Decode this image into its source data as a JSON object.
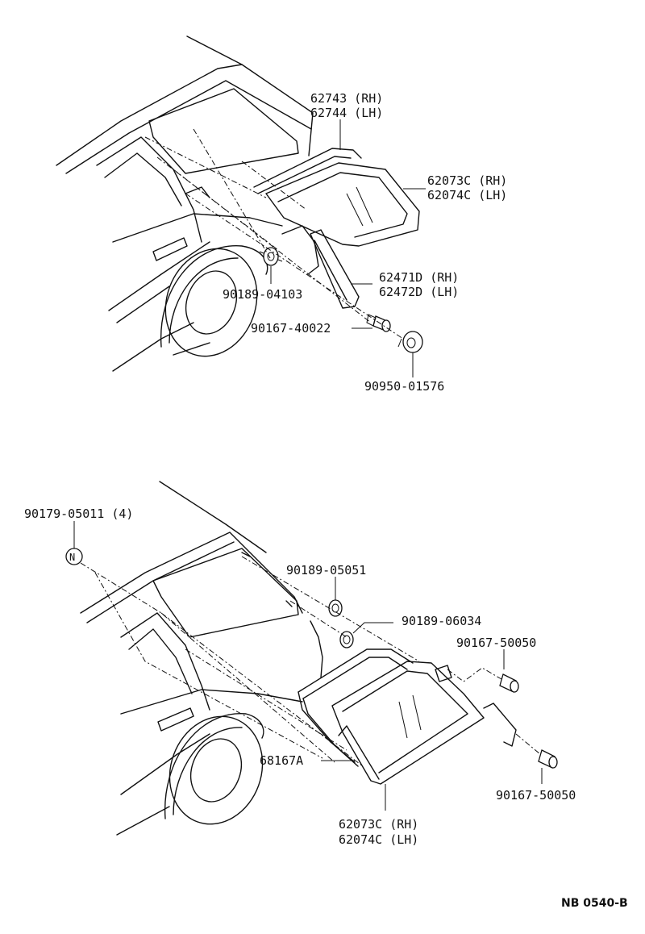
{
  "labels": {
    "top": {
      "l1a": "62743 (RH)",
      "l1b": "62744 (LH)",
      "l2a": "62073C (RH)",
      "l2b": "62074C (LH)",
      "l3a": "62471D (RH)",
      "l3b": "62472D (LH)",
      "l4": "90189-04103",
      "l5": "90167-40022",
      "l6": "90950-01576"
    },
    "bottom": {
      "l1": "90179-05011 (4)",
      "l2": "90189-05051",
      "l3": "90189-06034",
      "l4": "90167-50050",
      "l5": "68167A",
      "l6": "90167-50050",
      "l7a": "62073C (RH)",
      "l7b": "62074C (LH)"
    }
  },
  "clip_letter": "N",
  "drawing_code": "NB 0540-B"
}
